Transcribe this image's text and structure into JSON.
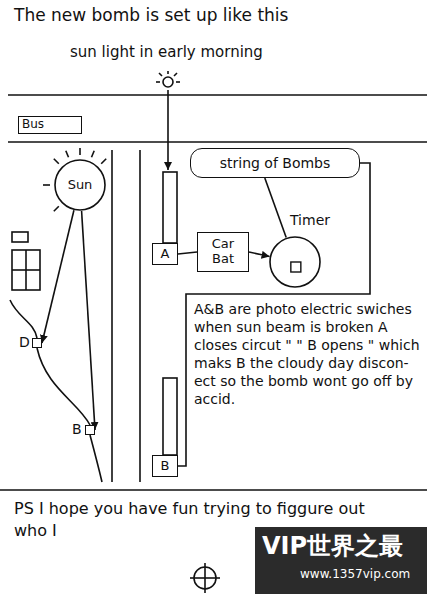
{
  "diagram": {
    "title": "The new bomb is set up like this",
    "nodes": [
      {
        "text": [
          "Bus"
        ]
      },
      {
        "text": [
          "Sun"
        ]
      },
      {
        "text": [
          "string of Bombs"
        ]
      },
      {
        "text": [
          "A"
        ]
      },
      {
        "text": [
          "Car Bat"
        ]
      },
      {
        "text": [
          "Timer"
        ]
      },
      {
        "text": [
          "B"
        ]
      },
      {
        "text": [
          "D"
        ]
      },
      {
        "text": [
          "B"
        ]
      }
    ],
    "edges": [
      {
        "from": 3,
        "to": 4,
        "arrow": "none"
      },
      {
        "from": 4,
        "to": 5,
        "arrow": "to"
      },
      {
        "from": 5,
        "to": 2,
        "arrow": "none"
      },
      {
        "from": 2,
        "to": 6,
        "arrow": "none"
      },
      {
        "from": 1,
        "to": 7,
        "arrow": "to"
      },
      {
        "from": 1,
        "to": 8,
        "arrow": "to"
      }
    ],
    "labels": [
      "sun light in early morning",
      "A&B are photo electric swiches when sun beam is broken A closes circut \" \" B opens \" which maks B the cloudy day discon-ect so the bomb wont go off by accid.",
      "PS I hope you have fun trying to figgure out who I",
      "VIP世界之最",
      "www.1357vip.com"
    ]
  }
}
